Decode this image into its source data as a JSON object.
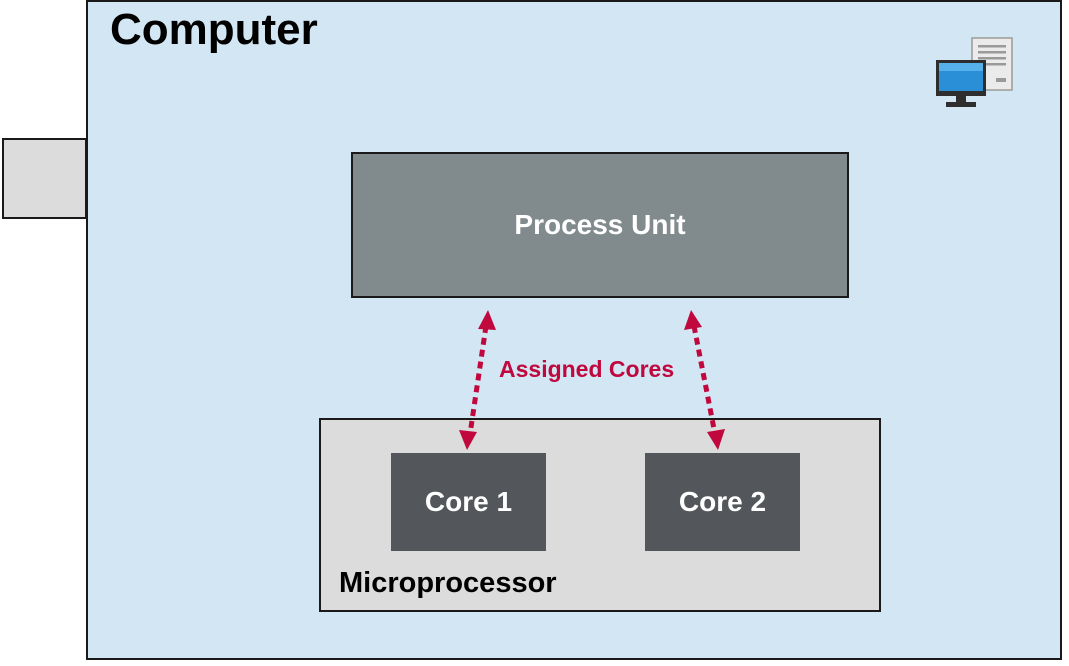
{
  "diagram": {
    "computer": {
      "title": "Computer",
      "icon": "computer-icon"
    },
    "process_unit": {
      "label": "Process Unit"
    },
    "microprocessor": {
      "label": "Microprocessor",
      "cores": [
        {
          "label": "Core 1"
        },
        {
          "label": "Core 2"
        }
      ]
    },
    "connection": {
      "label": "Assigned Cores",
      "style": "dotted bidirectional",
      "color": "#c0083e"
    },
    "colors": {
      "computer_fill": "#d2e6f3",
      "process_unit_fill": "#818a8c",
      "microprocessor_fill": "#dcdcdc",
      "core_fill": "#53575b",
      "port_fill": "#dcdcdc"
    }
  }
}
